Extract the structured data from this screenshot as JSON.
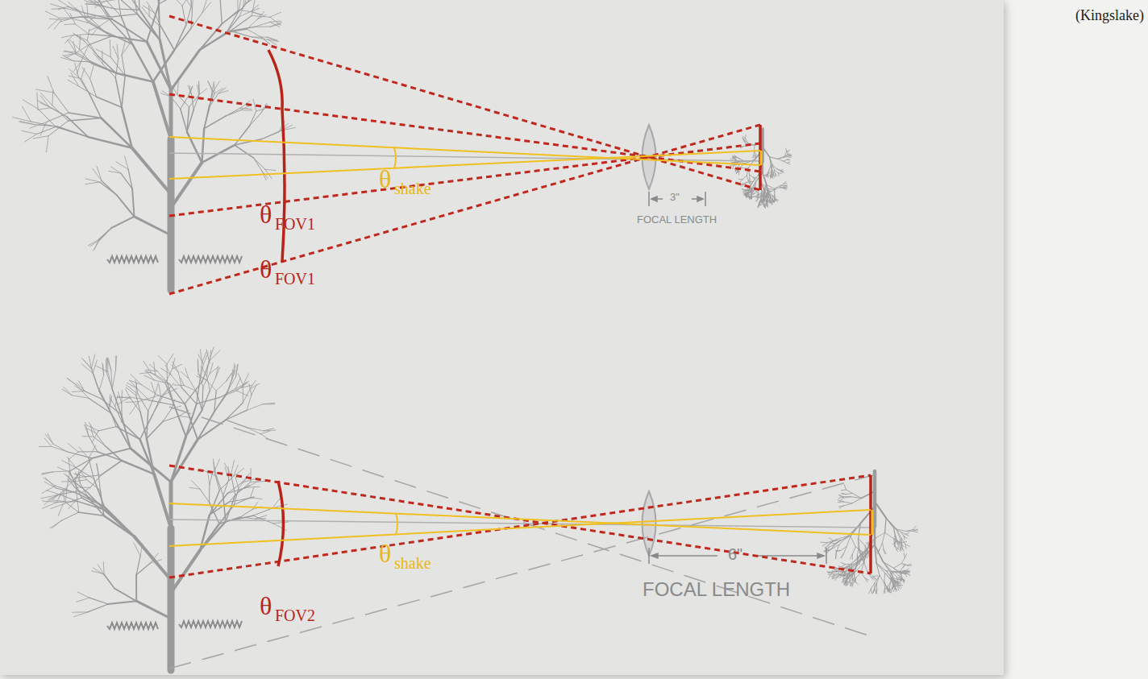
{
  "diagram": {
    "labels": [
      "(Kingslake)",
      "θ",
      "FOV1",
      "θ",
      "FOV1",
      "θ",
      "shake",
      "3\"",
      "FOCAL LENGTH",
      "θ",
      "shake",
      "θ",
      "FOV2",
      "6\"",
      "FOCAL LENGTH"
    ]
  }
}
